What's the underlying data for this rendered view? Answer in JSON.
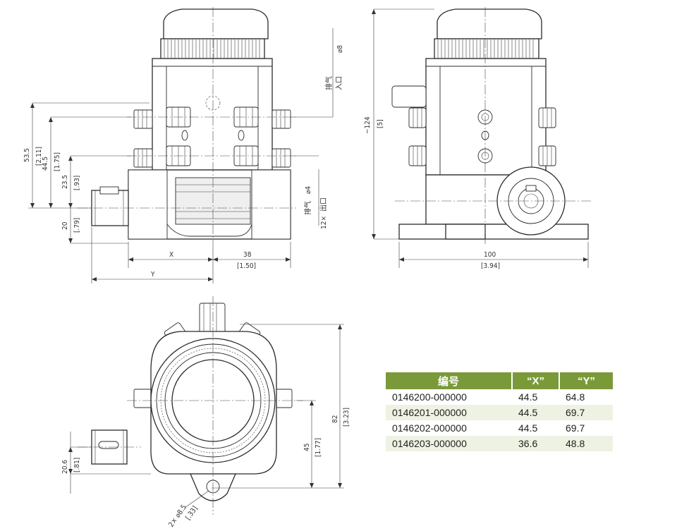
{
  "dimensions": {
    "front_height_53_5": "53.5",
    "front_height_53_5_in": "[2.11]",
    "front_height_44_5": "44.5",
    "front_height_44_5_in": "[1.75]",
    "front_height_23_5": "23.5",
    "front_height_23_5_in": "[.93]",
    "front_height_20": "20",
    "front_height_20_in": "[.79]",
    "front_width_x": "X",
    "front_width_38": "38",
    "front_width_38_in": "[1.50]",
    "front_width_y": "Y",
    "port_dia_8": "⌀8",
    "port_label_top_a": "排气",
    "port_label_top_b": "入口",
    "port_dia_4": "⌀4",
    "port_count_4": "12×",
    "port_label_bottom_a": "排气",
    "port_label_bottom_b": "出口",
    "side_height_124": "~124",
    "side_height_124_in": "[5]",
    "side_width_100": "100",
    "side_width_100_in": "[3.94]",
    "top_height_82": "82",
    "top_height_82_in": "[3.23]",
    "top_height_45": "45",
    "top_height_45_in": "[1.77]",
    "top_height_20_6": "20.6",
    "top_height_20_6_in": "[.81]",
    "top_hole": "2× ⌀8.5",
    "top_hole_in": "[.33]"
  },
  "table": {
    "headers": [
      "编号",
      "“X”",
      "“Y”"
    ],
    "rows": [
      [
        "0146200-000000",
        "44.5",
        "64.8"
      ],
      [
        "0146201-000000",
        "44.5",
        "69.7"
      ],
      [
        "0146202-000000",
        "44.5",
        "69.7"
      ],
      [
        "0146203-000000",
        "36.6",
        "48.8"
      ]
    ],
    "header_color": "#7a9a3a",
    "alt_row_color": "#eef2e2"
  }
}
